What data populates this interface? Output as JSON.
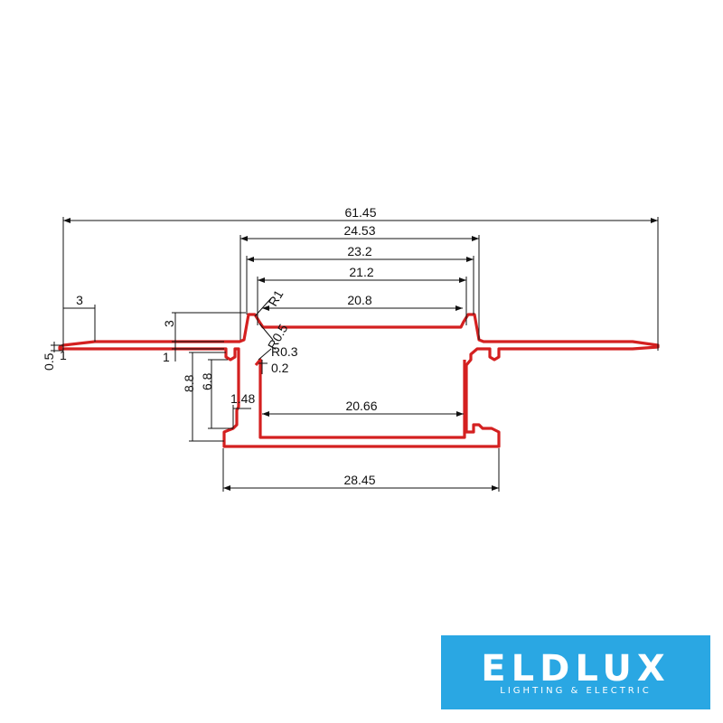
{
  "dimensions": {
    "overall_width": "61.45",
    "outer_top_width": "24.53",
    "inner_top_width": "23.2",
    "inner_mid_width": "21.2",
    "inner_width": "20.8",
    "inner_bottom_width": "20.66",
    "base_width": "28.45",
    "flange_tip": "3",
    "step_height": "3",
    "lip_1": "1",
    "lip_0_5": "0.5",
    "total_height": "8.8",
    "inner_height": "6.8",
    "slot_width": "1.48",
    "radius_r1": "R1",
    "radius_r05": "R0.5",
    "radius_r03": "R0.3",
    "gap_0_2": "0.2"
  },
  "logo": {
    "brand": "ELDLUX",
    "tagline": "LIGHTING & ELECTRIC"
  },
  "colors": {
    "profile": "#d42020",
    "dimension": "#111111",
    "logo_bg": "#2aa7e3"
  }
}
